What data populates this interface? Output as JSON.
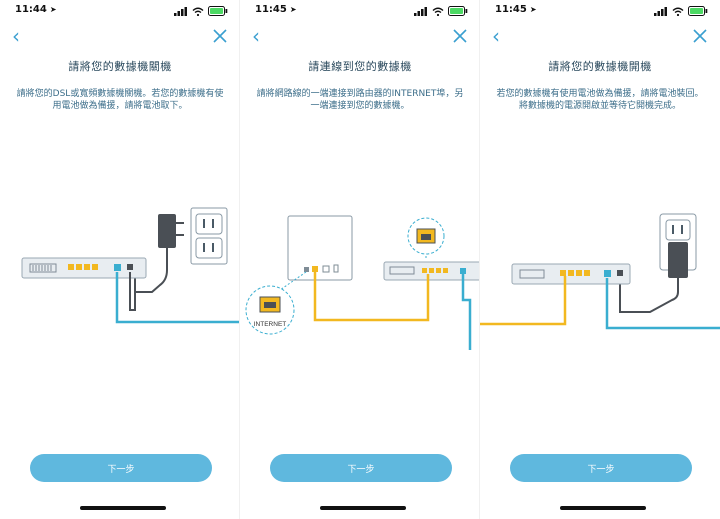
{
  "screens": [
    {
      "time": "11:44",
      "title": "請將您的數據機關機",
      "desc": "請將您的DSL或寬頻數據機關機。若您的數據機有使用電池做為備援，請將電池取下。",
      "button": "下一步"
    },
    {
      "time": "11:45",
      "title": "請連線到您的數據機",
      "desc": "請將網路線的一端連接到路由器的INTERNET埠，另一端連接到您的數據機。",
      "button": "下一步",
      "internet_label": "INTERNET"
    },
    {
      "time": "11:45",
      "title": "請將您的數據機開機",
      "desc": "若您的數據機有使用電池做為備援，請將電池裝回。將數據機的電源開啟並等待它開機完成。",
      "button": "下一步"
    }
  ],
  "colors": {
    "accent": "#5fb8de",
    "cable_blue": "#3aaed0",
    "cable_yellow": "#f2b820",
    "text": "#2b4a5e"
  },
  "icons": [
    "location-arrow-icon",
    "signal-icon",
    "wifi-icon",
    "battery-icon",
    "back-chevron-icon",
    "close-icon",
    "power-outlet-icon",
    "power-adapter-icon",
    "ethernet-port-icon"
  ]
}
